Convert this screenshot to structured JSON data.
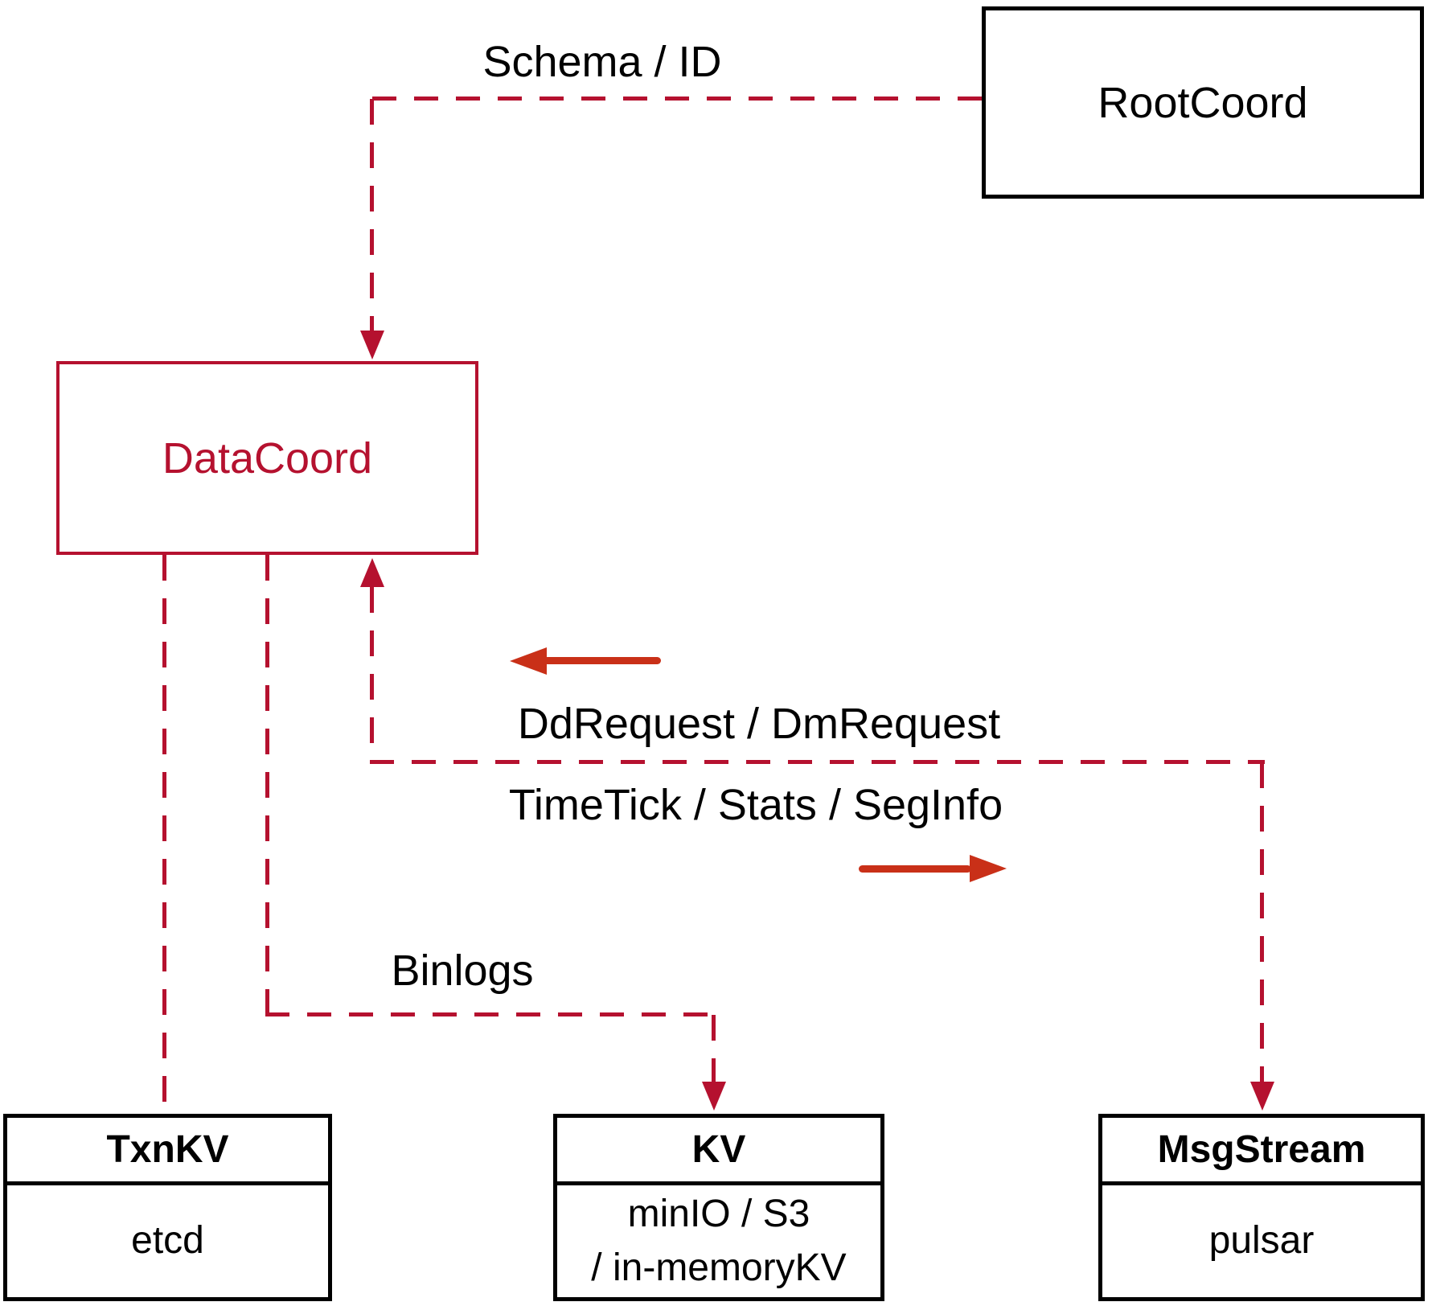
{
  "nodes": {
    "root_coord": {
      "label": "RootCoord"
    },
    "data_coord": {
      "label": "DataCoord"
    },
    "txn_kv": {
      "title": "TxnKV",
      "impl": "etcd"
    },
    "kv": {
      "title": "KV",
      "impl_line1": "minIO / S3",
      "impl_line2": "/ in-memoryKV"
    },
    "msg_stream": {
      "title": "MsgStream",
      "impl": "pulsar"
    }
  },
  "edges": {
    "schema_id": {
      "label": "Schema / ID"
    },
    "dd_dm_request": {
      "label": "DdRequest / DmRequest"
    },
    "timetick_stats_seginfo": {
      "label": "TimeTick / Stats / SegInfo"
    },
    "binlogs": {
      "label": "Binlogs"
    }
  },
  "colors": {
    "dashed_line": "#b5112f",
    "solid_arrow": "#c93018",
    "node_border": "#000000",
    "text": "#000000",
    "bg": "#ffffff"
  }
}
